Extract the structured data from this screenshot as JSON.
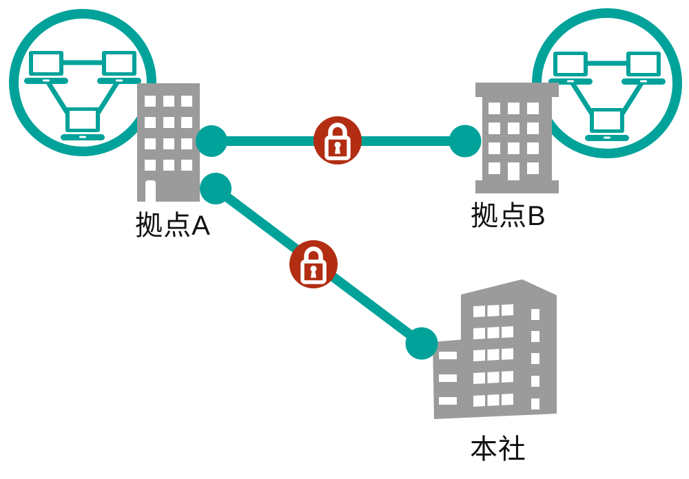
{
  "colors": {
    "teal": "#00A29A",
    "gray": "#9B9B9B",
    "red": "#B22D12",
    "text": "#111111",
    "white": "#FFFFFF"
  },
  "diagram": {
    "type": "site-to-site-vpn-topology",
    "nodes": [
      {
        "id": "site_a",
        "label": "拠点A",
        "icon": "office-building",
        "lan": "laptop-network-circle"
      },
      {
        "id": "site_b",
        "label": "拠点B",
        "icon": "office-building",
        "lan": "laptop-network-circle"
      },
      {
        "id": "hq",
        "label": "本社",
        "icon": "headquarters-building-3d",
        "lan": null
      }
    ],
    "links": [
      {
        "from": "site_a",
        "to": "site_b",
        "encrypted": true,
        "badge": "lock-icon"
      },
      {
        "from": "site_a",
        "to": "hq",
        "encrypted": true,
        "badge": "lock-icon"
      }
    ]
  }
}
